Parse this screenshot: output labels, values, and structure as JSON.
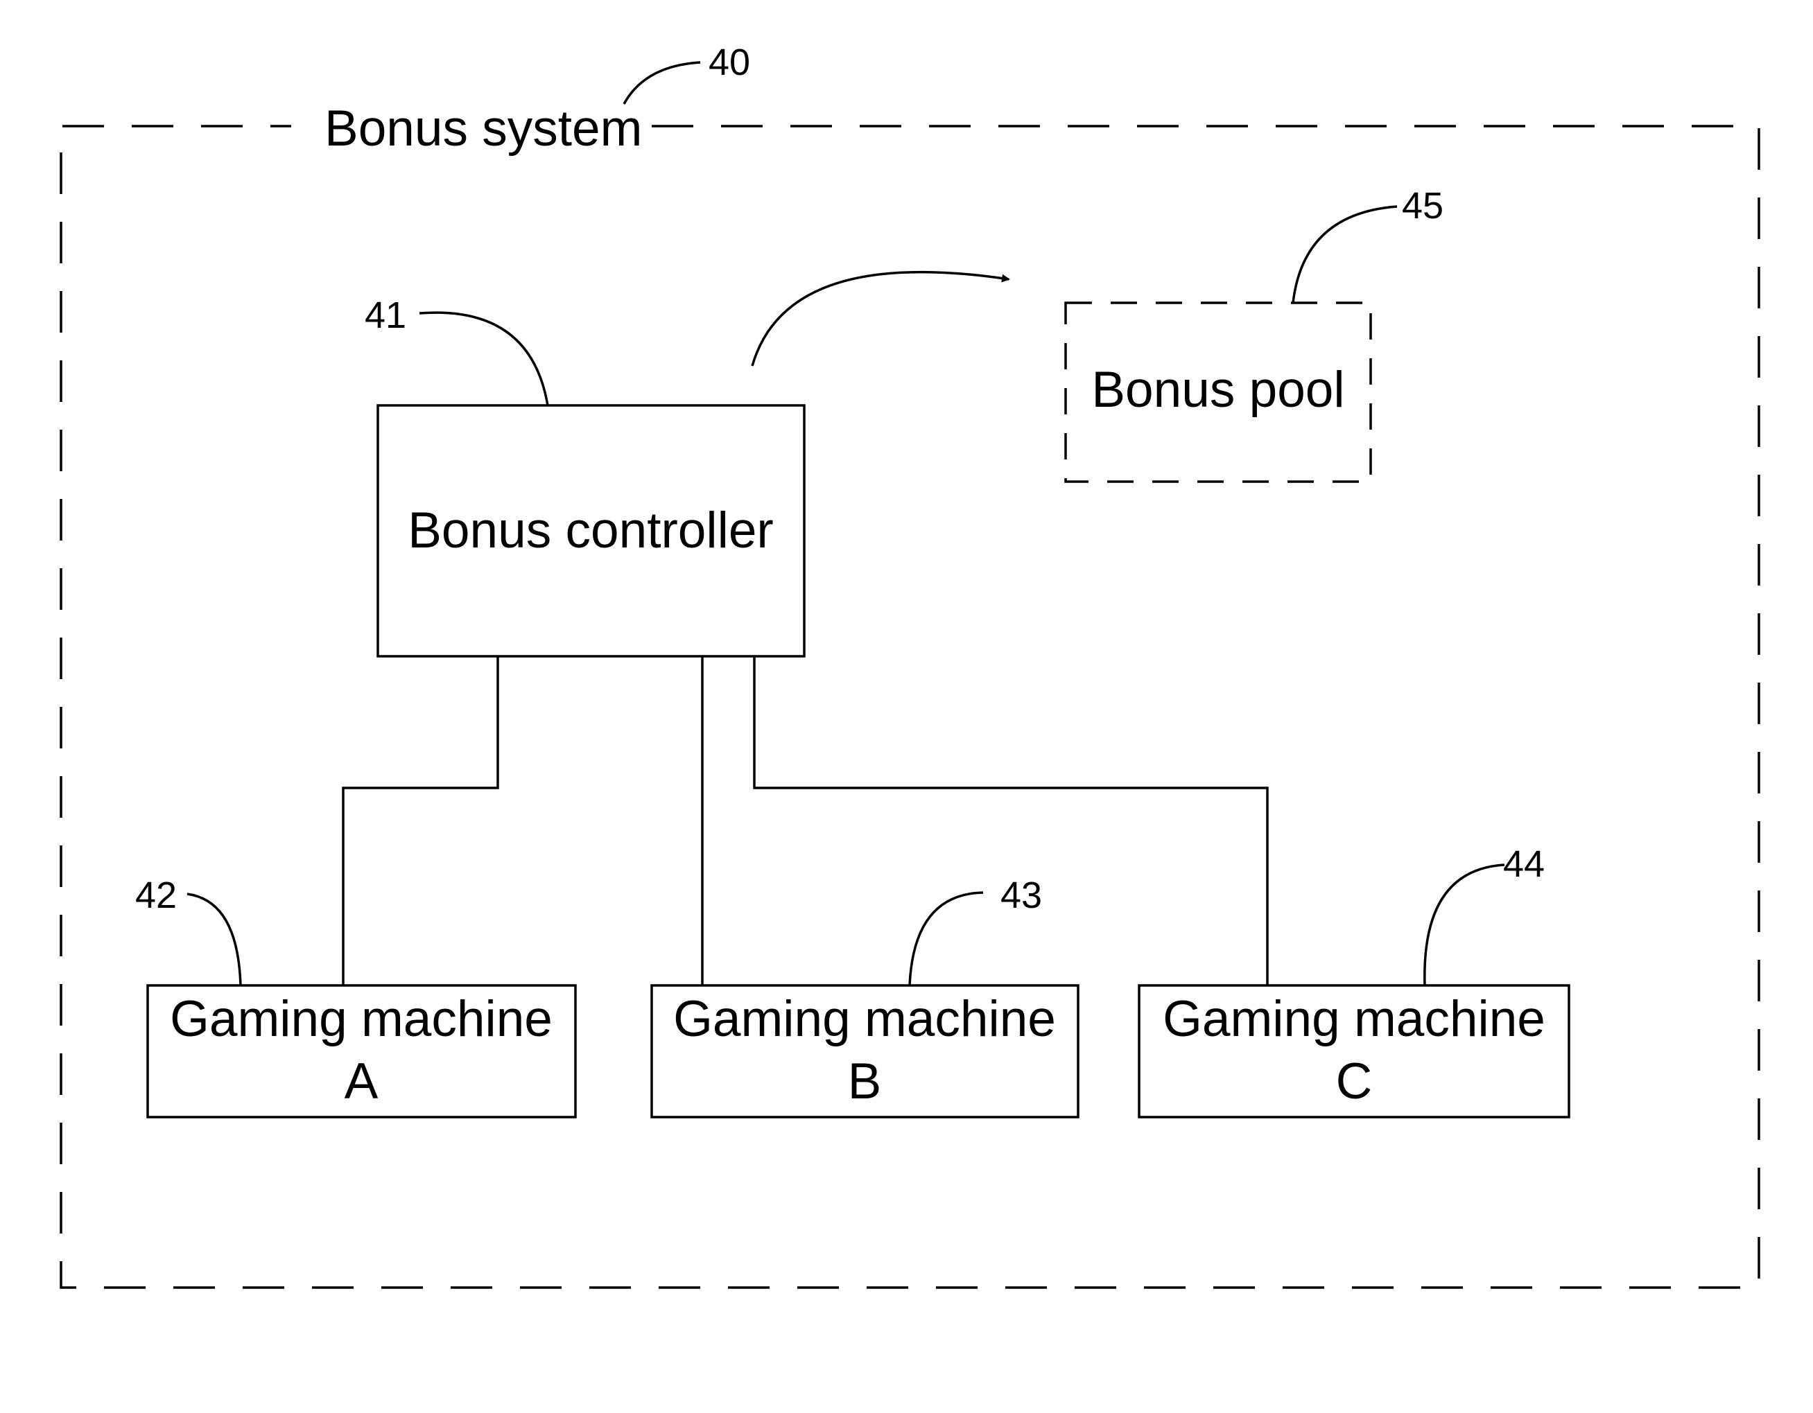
{
  "system": {
    "title": "Bonus system",
    "ref": "40"
  },
  "controller": {
    "label": "Bonus controller",
    "ref": "41"
  },
  "pool": {
    "label": "Bonus pool",
    "ref": "45"
  },
  "machines": [
    {
      "line1": "Gaming machine",
      "line2": "A",
      "ref": "42"
    },
    {
      "line1": "Gaming machine",
      "line2": "B",
      "ref": "43"
    },
    {
      "line1": "Gaming machine",
      "line2": "C",
      "ref": "44"
    }
  ]
}
